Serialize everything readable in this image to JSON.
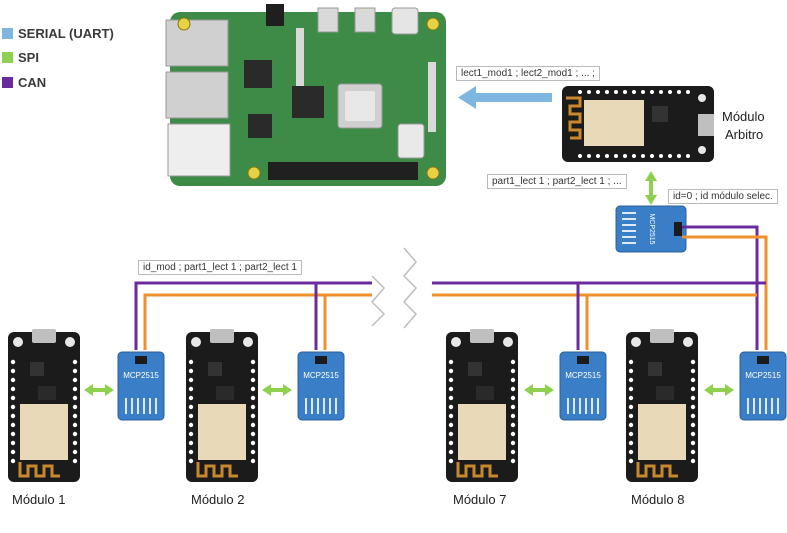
{
  "legend": [
    {
      "label": "SERIAL (UART)",
      "color": "#7fb6df"
    },
    {
      "label": "SPI",
      "color": "#8fd14f"
    },
    {
      "label": "CAN",
      "color": "#6a2c9c"
    }
  ],
  "colors": {
    "can_high": "#6a2c9c",
    "can_low": "#ef8f2d",
    "serial": "#7fb6df",
    "spi": "#8fd14f",
    "pi_board": "#3d8b47",
    "esp_board": "#1b1b1b",
    "mcp_board": "#3a7ec8"
  },
  "arbiter": {
    "label_line1": "Módulo",
    "label_line2": "Arbitro"
  },
  "messages": {
    "serial_to_pi": "lect1_mod1 ; lect2_mod1 ; ... ;",
    "pi_to_arbiter": "part1_lect 1 ; part2_lect 1 ; ...",
    "arbiter_can": "id=0 ; id módulo selec.",
    "bus_message": "id_mod ; part1_lect 1 ; part2_lect 1"
  },
  "mcp_label": "MCP2515",
  "modules": [
    "Módulo 1",
    "Módulo 2",
    "Módulo 7",
    "Módulo 8"
  ]
}
